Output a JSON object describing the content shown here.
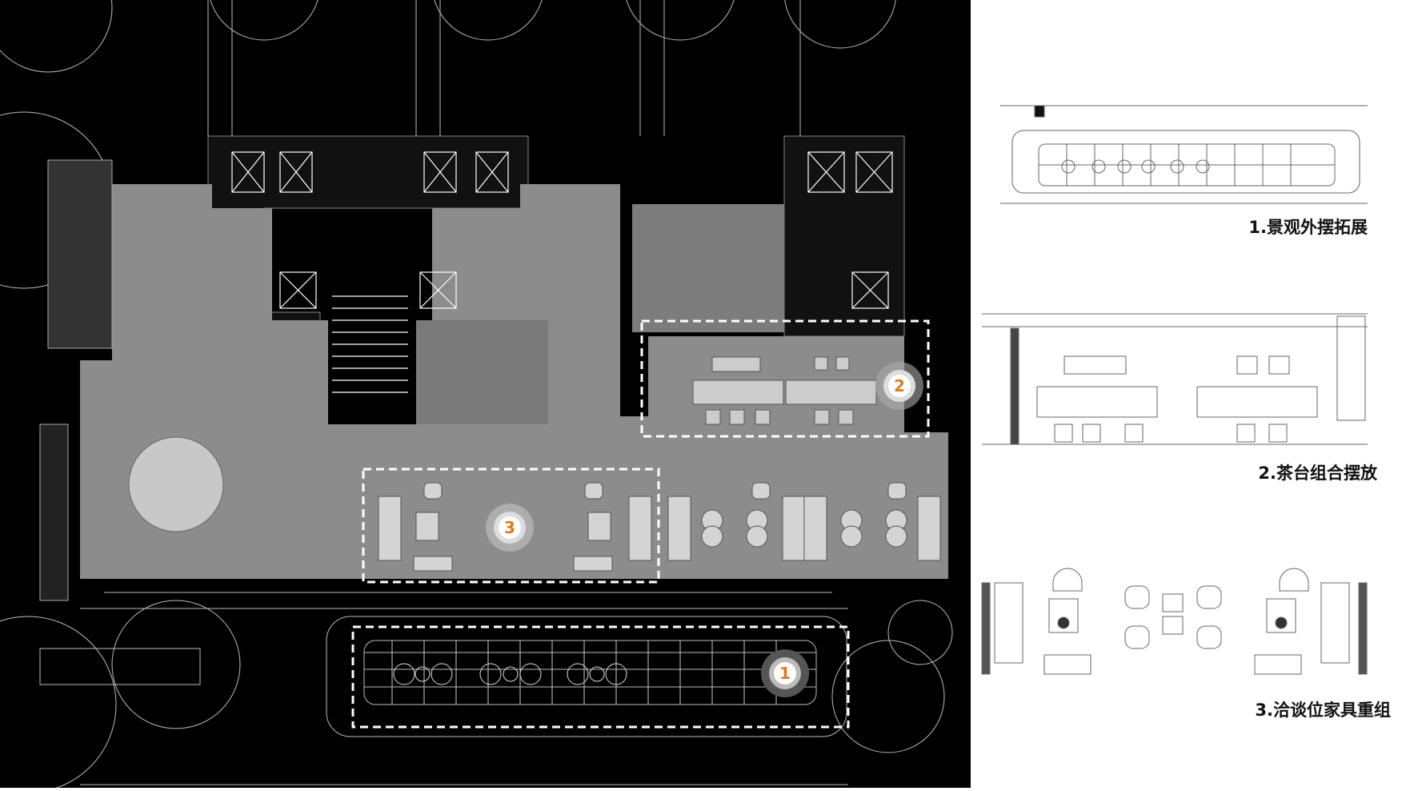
{
  "plan": {
    "markers": [
      "1",
      "2",
      "3"
    ],
    "accent_color": "#e07a1f",
    "dashed_color": "#ffffff"
  },
  "details": [
    {
      "label": "1.景观外摆拓展"
    },
    {
      "label": "2.茶台组合摆放"
    },
    {
      "label": "3.洽谈位家具重组"
    }
  ]
}
